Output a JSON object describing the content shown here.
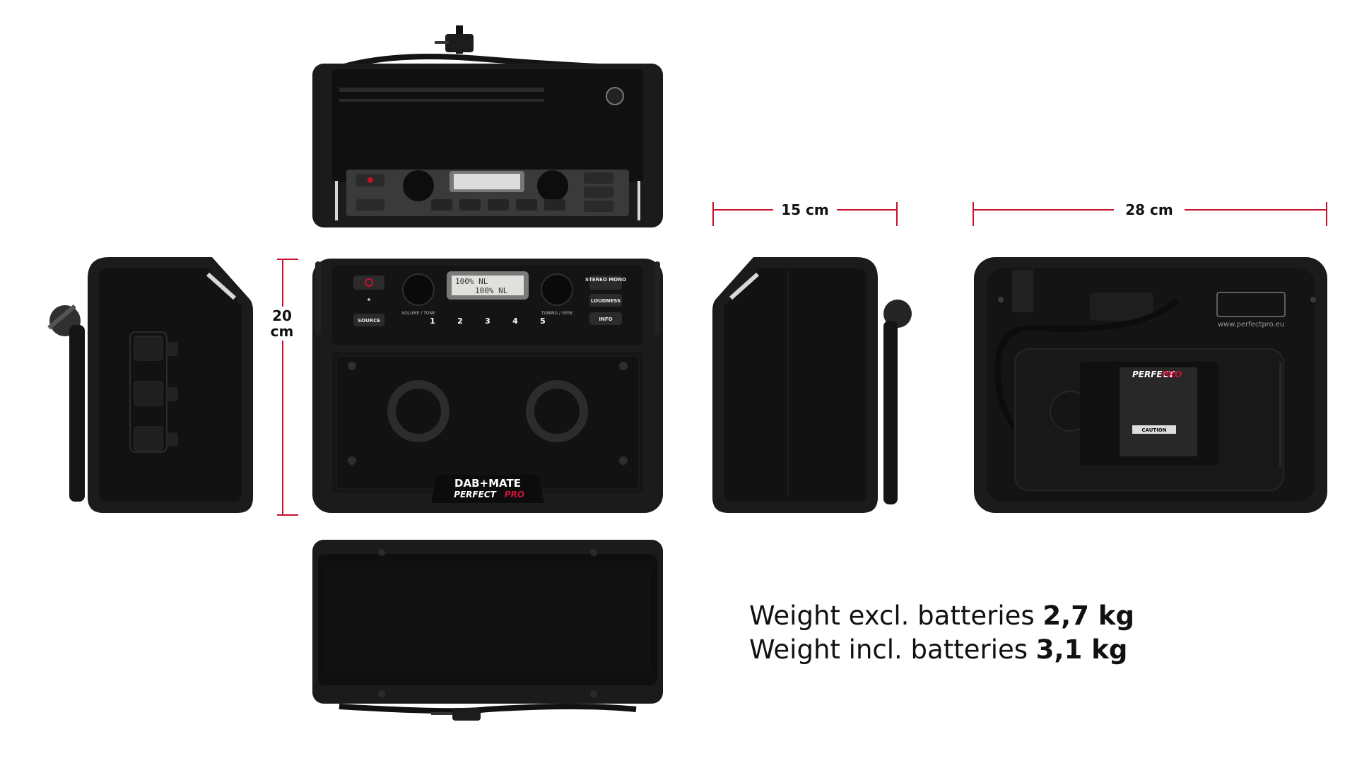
{
  "dimensions": {
    "height": {
      "line1": "20",
      "line2": "cm"
    },
    "depth": "15 cm",
    "width": "28 cm"
  },
  "weights": {
    "excl_label": "Weight excl. batteries",
    "excl_value": "2,7 kg",
    "incl_label": "Weight incl. batteries",
    "incl_value": "3,1 kg"
  },
  "product": {
    "brand_line1": "DAB+MATE",
    "brand_line2_a": "PERFECT",
    "brand_line2_b": "PRO",
    "display_line1": "100% NL",
    "display_line2": "100% NL",
    "buttons": {
      "stereo_mono": "STEREO MONO",
      "loudness": "LOUDNESS",
      "info": "INFO",
      "source": "SOURCE",
      "volume_tone": "VOLUME / TONE",
      "tuning_seek": "TUNING / SEEK",
      "presets": [
        "1",
        "2",
        "3",
        "4",
        "5"
      ]
    },
    "back_url": "www.perfectpro.eu",
    "back_caution": "CAUTION"
  },
  "colors": {
    "accent": "#c8102e",
    "body": "#1a1a1a",
    "text": "#111111"
  }
}
